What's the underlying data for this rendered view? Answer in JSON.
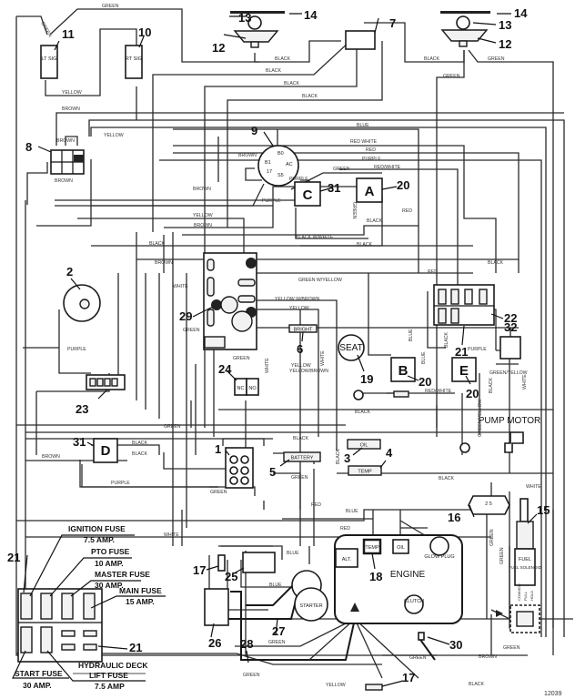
{
  "diagram": {
    "drawing_number": "12039",
    "wire_labels": {
      "green_top": "GREEN",
      "green_lt": "GREEN",
      "yellow_turn": "YELLOW",
      "black_12": "BLACK",
      "black_a": "BLACK",
      "black_b": "BLACK",
      "black_c": "BLACK",
      "black_r12": "BLACK",
      "green_r12a": "GREEN",
      "green_r12b": "GREEN",
      "brown_top": "BROWN",
      "yellow_8": "YELLOW",
      "brown_8a": "BROWN",
      "brown_8b": "BROWN",
      "blue": "BLUE",
      "red_white_1": "RED WHITE",
      "red_1": "RED",
      "purple_1": "PURPLE",
      "red_white_2": "RED/WHITE",
      "green_a": "GREEN",
      "brown_9": "BROWN",
      "brown_mid": "BROWN",
      "purple_c": "PURPLE",
      "purple_mid": "PURPLE",
      "yellow_mid": "YELLOW",
      "brown_mid2": "BROWN",
      "green_20a": "GREEN",
      "black_20a": "BLACK",
      "red_20a": "RED",
      "black_white": "BLACK W/WHITE",
      "black_mid1": "BLACK",
      "black_mid2": "BLACK",
      "brown_29": "BROWN",
      "white_29": "WHITE",
      "green_yellow": "GREEN W/YELLOW",
      "yellow_brown": "YELLOW W/BROWN",
      "yellow_29": "YELLOW",
      "red_22": "RED",
      "black_22": "BLACK",
      "green_29": "GREEN",
      "purple_23": "PURPLE",
      "green_24": "GREEN",
      "white_24": "WHITE",
      "yellow_6": "YELLOW",
      "yellow_brown_6": "YELLOW/BROWN",
      "white_6": "WHITE",
      "blue_b": "BLUE",
      "blue_b2": "BLUE",
      "black_21": "BLACK",
      "purple_32": "PURPLE",
      "green_yellow_32": "GREEN/YELLOW",
      "black_e": "BLACK",
      "white_pump": "WHITE",
      "red_white_e": "RED/WHITE",
      "green_yellow_v": "GREEN/YELLOW",
      "black_19": "BLACK",
      "green_d": "GREEN",
      "black_d1": "BLACK",
      "black_d2": "BLACK",
      "brown_d": "BROWN",
      "purple_d": "PURPLE",
      "green_1": "GREEN",
      "black_3": "BLACK",
      "black_3v": "BLACK",
      "green_5": "GREEN",
      "black_4": "BLACK",
      "white_16": "WHITE",
      "red_25": "RED",
      "blue_25": "BLUE",
      "red_eng": "RED",
      "blue_alt": "BLUE",
      "blue_25b": "BLUE",
      "white_left": "WHITE",
      "green_eng": "GREEN",
      "green_28": "GREEN",
      "green_bot": "GREEN",
      "yellow_bot": "YELLOW",
      "black_bot": "BLACK",
      "green_30": "GREEN",
      "brown_30": "BROWN",
      "green_15": "GREEN",
      "green_16v": "GREEN"
    },
    "components": {
      "lt_signal": "LT SIG",
      "rt_signal": "RT SIG",
      "seat": "SEAT",
      "relay_a": "A",
      "relay_b": "B",
      "relay_c": "C",
      "relay_d": "D",
      "relay_e": "E",
      "pump_motor": "PUMP MOTOR",
      "engine": "ENGINE",
      "starter": "STARTER",
      "alternator": "ALT.",
      "temp": "TEMP",
      "oil": "OIL",
      "glow_plug": "GLOW PLUG",
      "clutch": "CLUTCH",
      "fuel_solenoid": "FUEL SOLENOID",
      "oil_light": "OIL",
      "temp_light": "TEMP",
      "battery_light": "BATTERY",
      "bright": "BRIGHT",
      "nc": "NC",
      "no": "NO",
      "hold": "HOLD",
      "pull": "PULL",
      "common": "COMMON",
      "pins_16": "2 5"
    },
    "callouts": {
      "n1": "1",
      "n2": "2",
      "n3": "3",
      "n4": "4",
      "n5": "5",
      "n6": "6",
      "n7": "7",
      "n8": "8",
      "n9": "9",
      "n10": "10",
      "n11": "11",
      "n12a": "12",
      "n12b": "12",
      "n13a": "13",
      "n13b": "13",
      "n14a": "14",
      "n14b": "14",
      "n15": "15",
      "n16": "16",
      "n17a": "17",
      "n17b": "17",
      "n18": "18",
      "n19": "19",
      "n20a": "20",
      "n20b": "20",
      "n20c": "20",
      "n21a": "21",
      "n21b": "21",
      "n21c": "21",
      "n22": "22",
      "n23": "23",
      "n24": "24",
      "n25": "25",
      "n26": "26",
      "n27": "27",
      "n28": "28",
      "n29": "29",
      "n30": "30",
      "n31a": "31",
      "n31b": "31",
      "n32": "32"
    },
    "ignition_switch_pins": [
      "B0",
      "B1",
      "17",
      "AC",
      "S5"
    ],
    "fuse_block": {
      "ignition": {
        "name": "IGNITION FUSE",
        "rating": "7.5 AMP."
      },
      "pto": {
        "name": "PTO FUSE",
        "rating": "10 AMP."
      },
      "master": {
        "name": "MASTER FUSE",
        "rating": "30 AMP."
      },
      "main": {
        "name": "MAIN FUSE",
        "rating": "15 AMP."
      },
      "start": {
        "name": "START FUSE",
        "rating": "30 AMP."
      },
      "hydraulic": {
        "name": "HYDRAULIC DECK",
        "name2": "LIFT FUSE",
        "rating": "7.5 AMP"
      }
    }
  }
}
